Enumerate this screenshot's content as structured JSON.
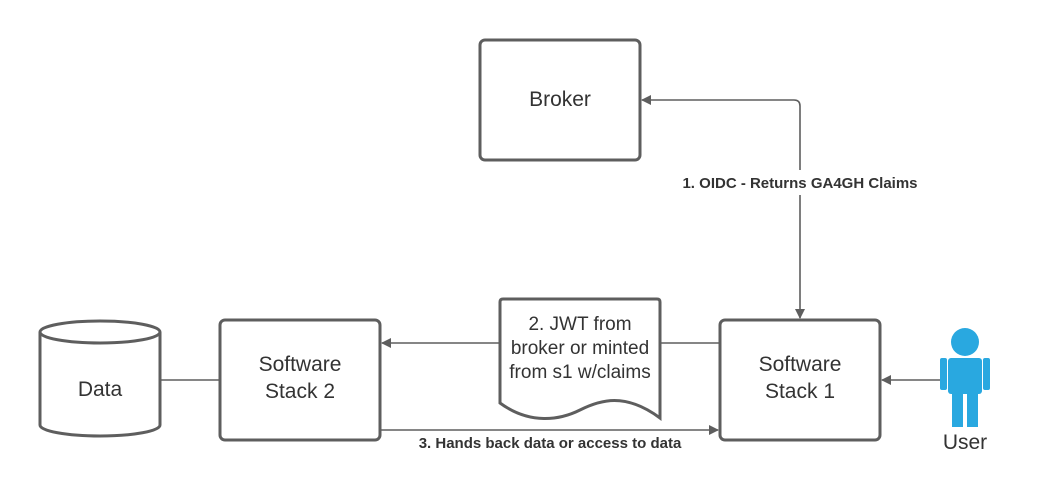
{
  "nodes": {
    "broker": {
      "label": "Broker"
    },
    "data_store": {
      "label": "Data"
    },
    "stack2": {
      "line1": "Software",
      "line2": "Stack 2"
    },
    "stack1": {
      "line1": "Software",
      "line2": "Stack 1"
    },
    "jwt_doc": {
      "line1": "2. JWT from",
      "line2": "broker or minted",
      "line3": "from s1 w/claims"
    },
    "user": {
      "label": "User"
    }
  },
  "edges": {
    "oidc": {
      "label": "1. OIDC - Returns GA4GH Claims"
    },
    "hands_back": {
      "label": "3. Hands back data or access to data"
    }
  },
  "colors": {
    "stroke": "#5e5e5e",
    "text": "#333333",
    "user": "#29a8e0"
  }
}
